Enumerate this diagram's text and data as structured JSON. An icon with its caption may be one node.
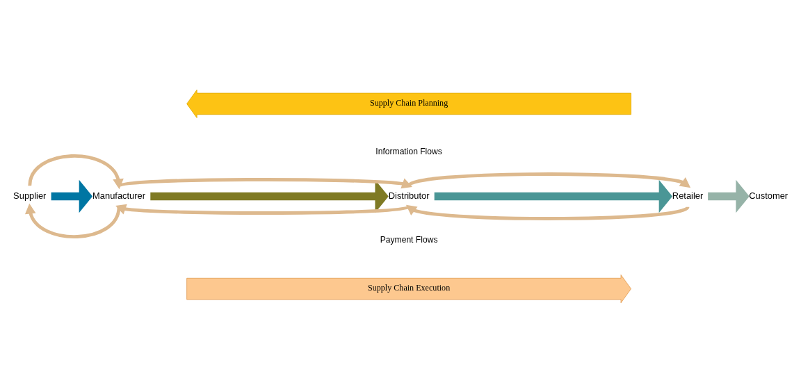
{
  "diagram": {
    "nodes": [
      {
        "text": [
          "Supply Chain Planning"
        ]
      },
      {
        "text": [
          "Supplier"
        ]
      },
      {
        "text": [
          "Manufacturer"
        ]
      },
      {
        "text": [
          "Distributor"
        ]
      },
      {
        "text": [
          "Retailer"
        ]
      },
      {
        "text": [
          "Customer"
        ]
      },
      {
        "text": [
          "Supply Chain Execution"
        ]
      }
    ],
    "edges": [
      {
        "from": 1,
        "to": 2,
        "arrow": "to",
        "style": "thick",
        "color": "#0076a3"
      },
      {
        "from": 2,
        "to": 3,
        "arrow": "to",
        "style": "thick",
        "color": "#7f7a24"
      },
      {
        "from": 3,
        "to": 4,
        "arrow": "to",
        "style": "thick",
        "color": "#4a9696"
      },
      {
        "from": 4,
        "to": 5,
        "arrow": "to",
        "style": "thick",
        "color": "#96b3a8"
      },
      {
        "from": 1,
        "to": 2,
        "arrow": "to",
        "color": "#ddb98e"
      },
      {
        "from": 2,
        "to": 3,
        "arrow": "to",
        "color": "#ddb98e"
      },
      {
        "from": 3,
        "to": 4,
        "arrow": "to",
        "color": "#ddb98e"
      },
      {
        "from": 2,
        "to": 1,
        "arrow": "to",
        "color": "#ddb98e"
      },
      {
        "from": 3,
        "to": 2,
        "arrow": "to",
        "color": "#ddb98e"
      },
      {
        "from": 4,
        "to": 3,
        "arrow": "to",
        "color": "#ddb98e"
      }
    ],
    "labels": [
      "Information Flows",
      "Payment Flows"
    ]
  }
}
